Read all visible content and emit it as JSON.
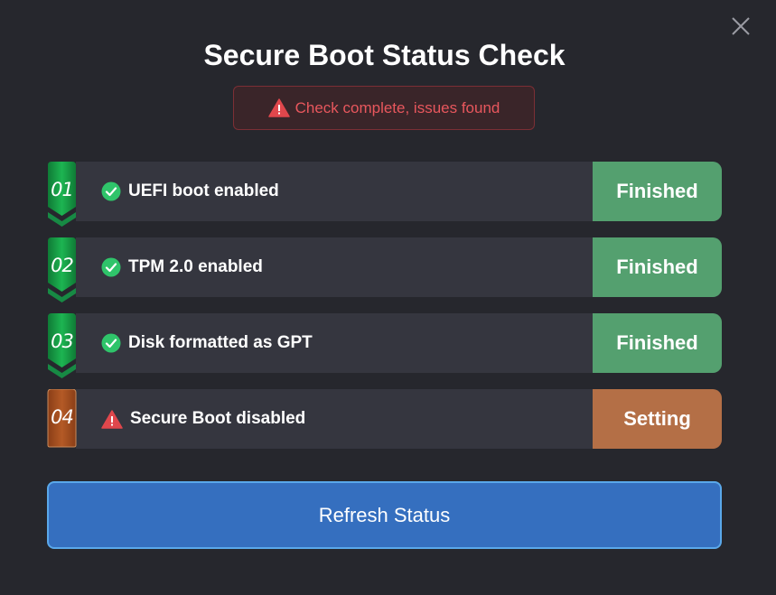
{
  "dialog": {
    "title": "Secure Boot Status Check",
    "close_icon": "close-icon"
  },
  "alert": {
    "icon": "warning-icon",
    "text": "Check complete, issues found",
    "color": "#e8575d"
  },
  "steps": [
    {
      "number": "01",
      "icon": "check-circle-icon",
      "label": "UEFI boot enabled",
      "status": "Finished",
      "state": "ok"
    },
    {
      "number": "02",
      "icon": "check-circle-icon",
      "label": "TPM 2.0 enabled",
      "status": "Finished",
      "state": "ok"
    },
    {
      "number": "03",
      "icon": "check-circle-icon",
      "label": "Disk formatted as GPT",
      "status": "Finished",
      "state": "ok"
    },
    {
      "number": "04",
      "icon": "warning-icon",
      "label": "Secure Boot disabled",
      "status": "Setting",
      "state": "issue"
    }
  ],
  "colors": {
    "ok": "#54a06f",
    "issue": "#b46f46",
    "check": "#2fc46a",
    "warning": "#e0474c",
    "primary": "#356fbf"
  },
  "actions": {
    "refresh_label": "Refresh Status"
  }
}
